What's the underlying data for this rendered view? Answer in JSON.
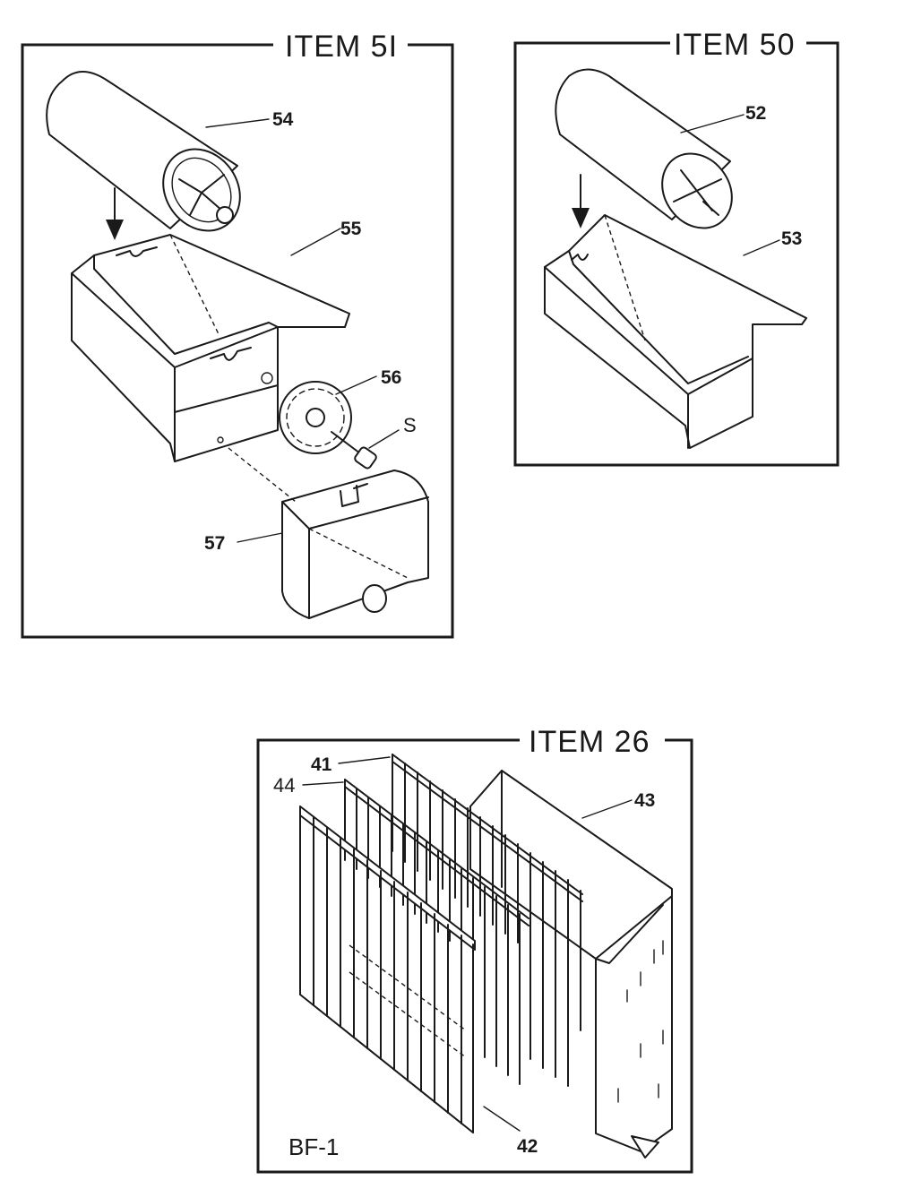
{
  "panels": {
    "item51": {
      "title": "ITEM 5I",
      "callouts": {
        "drum": "54",
        "tray": "55",
        "sprocket": "56",
        "screw": "S",
        "cover": "57"
      }
    },
    "item50": {
      "title": "ITEM 50",
      "callouts": {
        "drum": "52",
        "tray": "53"
      }
    },
    "item26": {
      "title": "ITEM 26",
      "code": "BF-1",
      "callouts": {
        "rack_middle": "41",
        "rack_front": "44",
        "box": "43",
        "rack_back": "42"
      }
    }
  }
}
